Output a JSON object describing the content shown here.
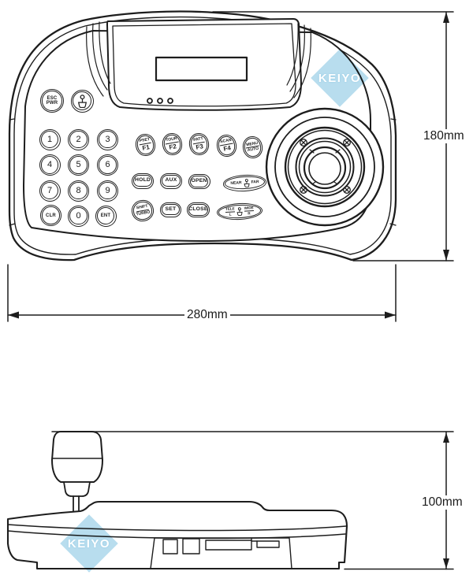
{
  "watermark": {
    "text": "KEIYO",
    "color": "#a9d6eb"
  },
  "dimensions": {
    "width": "280mm",
    "height": "180mm",
    "side_height": "100mm"
  },
  "keyboard": {
    "esc_key": {
      "top": "ESC",
      "bottom": "PWR"
    },
    "numpad": {
      "r1": [
        "1",
        "2",
        "3"
      ],
      "r2": [
        "4",
        "5",
        "6"
      ],
      "r3": [
        "7",
        "8",
        "9"
      ],
      "r4": [
        "CLR",
        "0",
        "ENT"
      ]
    },
    "fkeys": [
      {
        "top": "PSET",
        "bottom": "F1"
      },
      {
        "top": "TOUR",
        "bottom": "F2"
      },
      {
        "top": "PATT",
        "bottom": "F3"
      },
      {
        "top": "SCAN",
        "bottom": "F4"
      },
      {
        "top": "MENU",
        "bottom": "AUTO"
      }
    ],
    "hold": "HOLD",
    "aux": "AUX",
    "open": "OPEN",
    "shift": {
      "top": "SHIFT",
      "bottom": "TURBO"
    },
    "set": "SET",
    "close": "CLOSE",
    "focus": {
      "left": "NEAR",
      "right": "FAR"
    },
    "zoom": {
      "left_top": "TELE",
      "left_bottom": "L",
      "right_top": "WIDE",
      "right_bottom": "R"
    }
  }
}
